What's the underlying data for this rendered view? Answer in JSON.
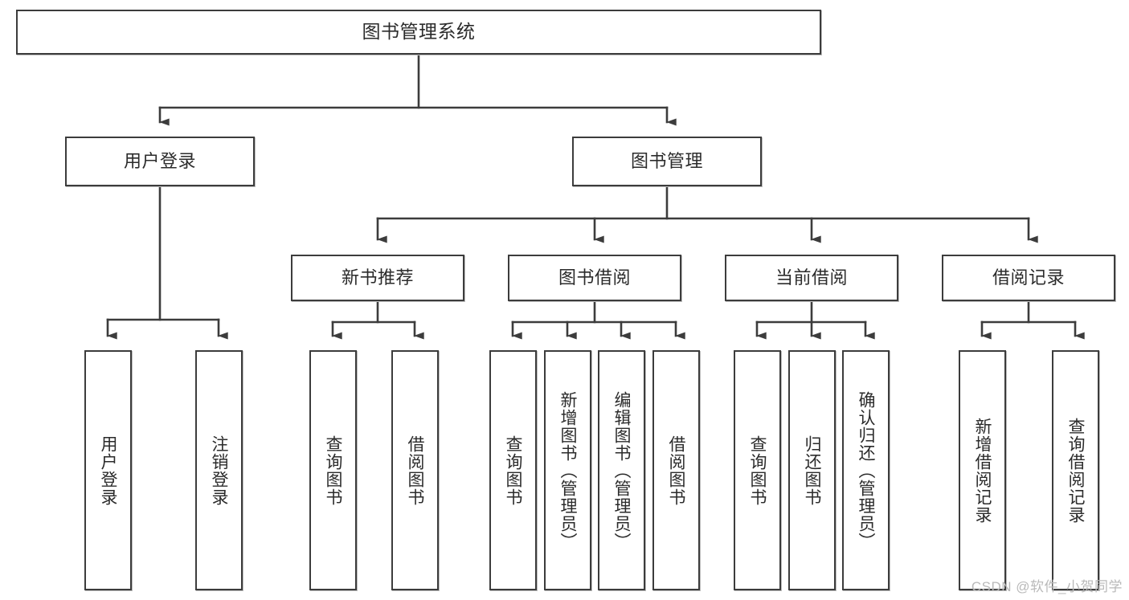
{
  "diagram": {
    "type": "tree-hierarchy",
    "title": "图书管理系统",
    "orientation": "top-down",
    "line_color": "#3c3c3c",
    "box_fill": "#ffffff",
    "text_color": "#2b2b2b"
  },
  "nodes": {
    "root": {
      "label": "图书管理系统",
      "level": 1
    },
    "l2": [
      {
        "label": "用户登录",
        "level": 2
      },
      {
        "label": "图书管理",
        "level": 2
      }
    ],
    "l3": [
      {
        "label": "新书推荐",
        "level": 3
      },
      {
        "label": "图书借阅",
        "level": 3
      },
      {
        "label": "当前借阅",
        "level": 3
      },
      {
        "label": "借阅记录",
        "level": 3
      }
    ],
    "leaves": {
      "user_login": [
        {
          "label": "用户登录"
        },
        {
          "label": "注销登录"
        }
      ],
      "new_book_recommend": [
        {
          "label": "查询图书"
        },
        {
          "label": "借阅图书"
        }
      ],
      "book_borrow": [
        {
          "label": "查询图书"
        },
        {
          "label": "新增图书（管理员）"
        },
        {
          "label": "编辑图书（管理员）"
        },
        {
          "label": "借阅图书"
        }
      ],
      "current_borrow": [
        {
          "label": "查询图书"
        },
        {
          "label": "归还图书"
        },
        {
          "label": "确认归还（管理员）"
        }
      ],
      "borrow_records": [
        {
          "label": "新增借阅记录"
        },
        {
          "label": "查询借阅记录"
        }
      ]
    }
  },
  "watermark": {
    "text": "CSDN @软件_小贺同学"
  }
}
